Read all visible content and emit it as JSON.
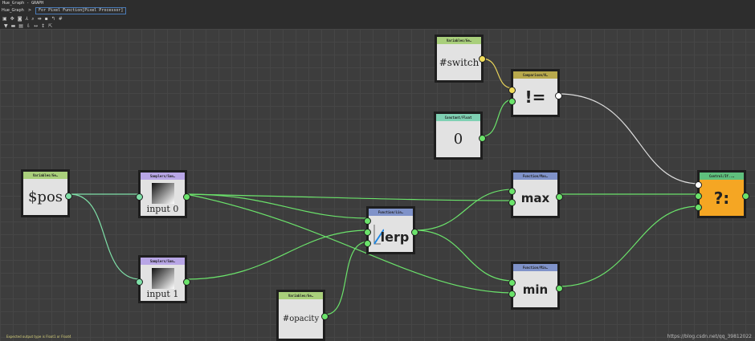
{
  "window": {
    "title": "Hue_Graph - GRAPH",
    "breadcrumb": [
      "Hue_Graph",
      "For Pixel Function[Pixel Processor]"
    ],
    "separator": ">"
  },
  "toolbar": {
    "row1": [
      "▣",
      "✥",
      "◙",
      "⅄",
      "⌕",
      "⇹",
      "▪",
      "↰",
      "#"
    ],
    "row2": [
      "▼",
      "▬",
      "▤",
      "⇩",
      "↔",
      "↕",
      "⇱"
    ]
  },
  "nodes": {
    "switch": {
      "header": "Variables/Ge…",
      "label": "#switch",
      "color": "#a9cf7b"
    },
    "compare": {
      "header": "Comparison/N…",
      "label": "!=",
      "color": "#b8a94c"
    },
    "const": {
      "header": "Constant/Float",
      "label": "0",
      "color": "#7fd0b3"
    },
    "pos": {
      "header": "Variables/Ge…",
      "label": "$pos",
      "color": "#a9cf7b"
    },
    "sampler0": {
      "header": "Samplers/Sam…",
      "label": "input 0",
      "color": "#b8a6e6"
    },
    "sampler1": {
      "header": "Samplers/Sam…",
      "label": "input 1",
      "color": "#b8a6e6"
    },
    "lerp": {
      "header": "Function/Lin…",
      "label": "lerp",
      "color": "#7f92c9"
    },
    "max": {
      "header": "Function/Max…",
      "label": "max",
      "color": "#7f92c9"
    },
    "min": {
      "header": "Function/Min…",
      "label": "min",
      "color": "#7f92c9"
    },
    "ifelse": {
      "header": "Control/If..…",
      "label": "?:",
      "color": "#5fbf7d"
    },
    "opacity": {
      "header": "Variables/Ge…",
      "label": "#opacity",
      "color": "#a9cf7b"
    }
  },
  "status": "Expected output type is Float1 or Float4",
  "watermark": "https://blog.csdn.net/qq_39812022"
}
